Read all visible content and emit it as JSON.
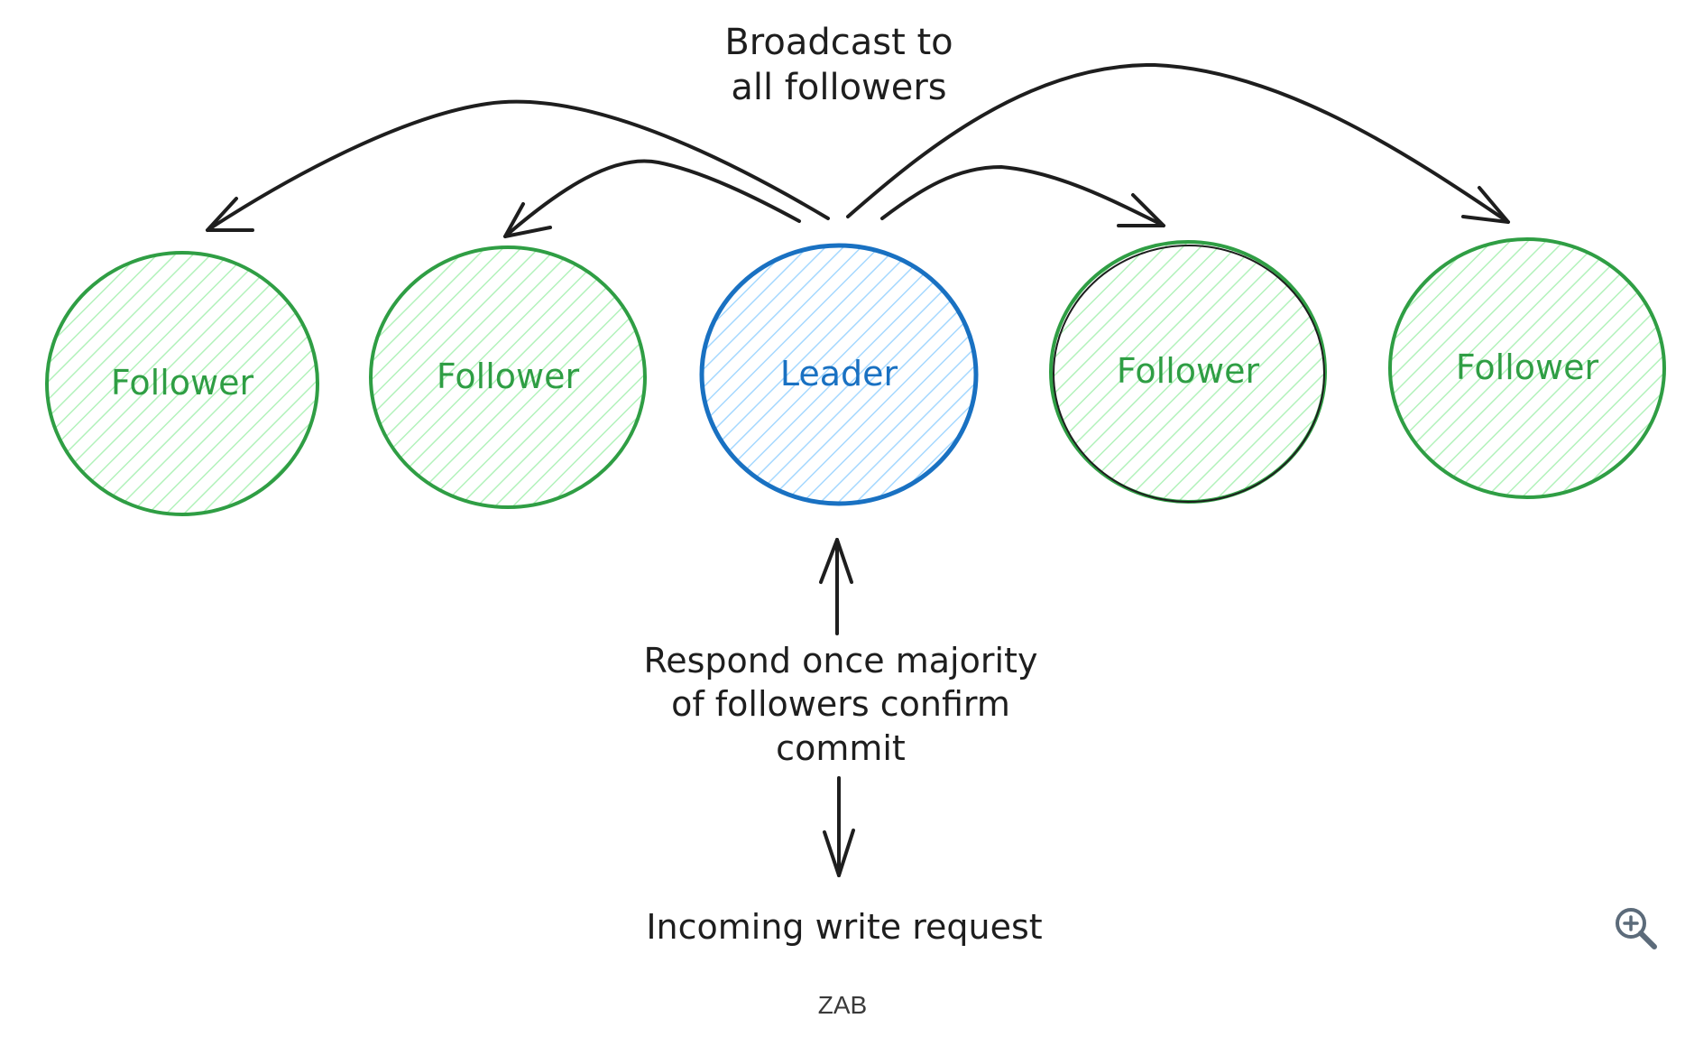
{
  "diagram": {
    "title_text": "ZAB",
    "broadcast_label": [
      "Broadcast to",
      "all followers"
    ],
    "respond_label": [
      "Respond once majority",
      "of followers confirm",
      "commit"
    ],
    "request_label": "Incoming write request",
    "nodes": [
      {
        "label": "Follower",
        "role": "follower"
      },
      {
        "label": "Follower",
        "role": "follower"
      },
      {
        "label": "Leader",
        "role": "leader"
      },
      {
        "label": "Follower",
        "role": "follower"
      },
      {
        "label": "Follower",
        "role": "follower"
      }
    ],
    "colors": {
      "follower_stroke": "#2f9e44",
      "follower_hatch": "#b2f2bb",
      "follower_text": "#2f9e44",
      "leader_stroke": "#1971c2",
      "leader_hatch": "#a5d8ff",
      "leader_text": "#1971c2",
      "ink": "#1e1e1e"
    }
  },
  "toolbar": {
    "zoom_icon": "zoom-in-icon"
  }
}
